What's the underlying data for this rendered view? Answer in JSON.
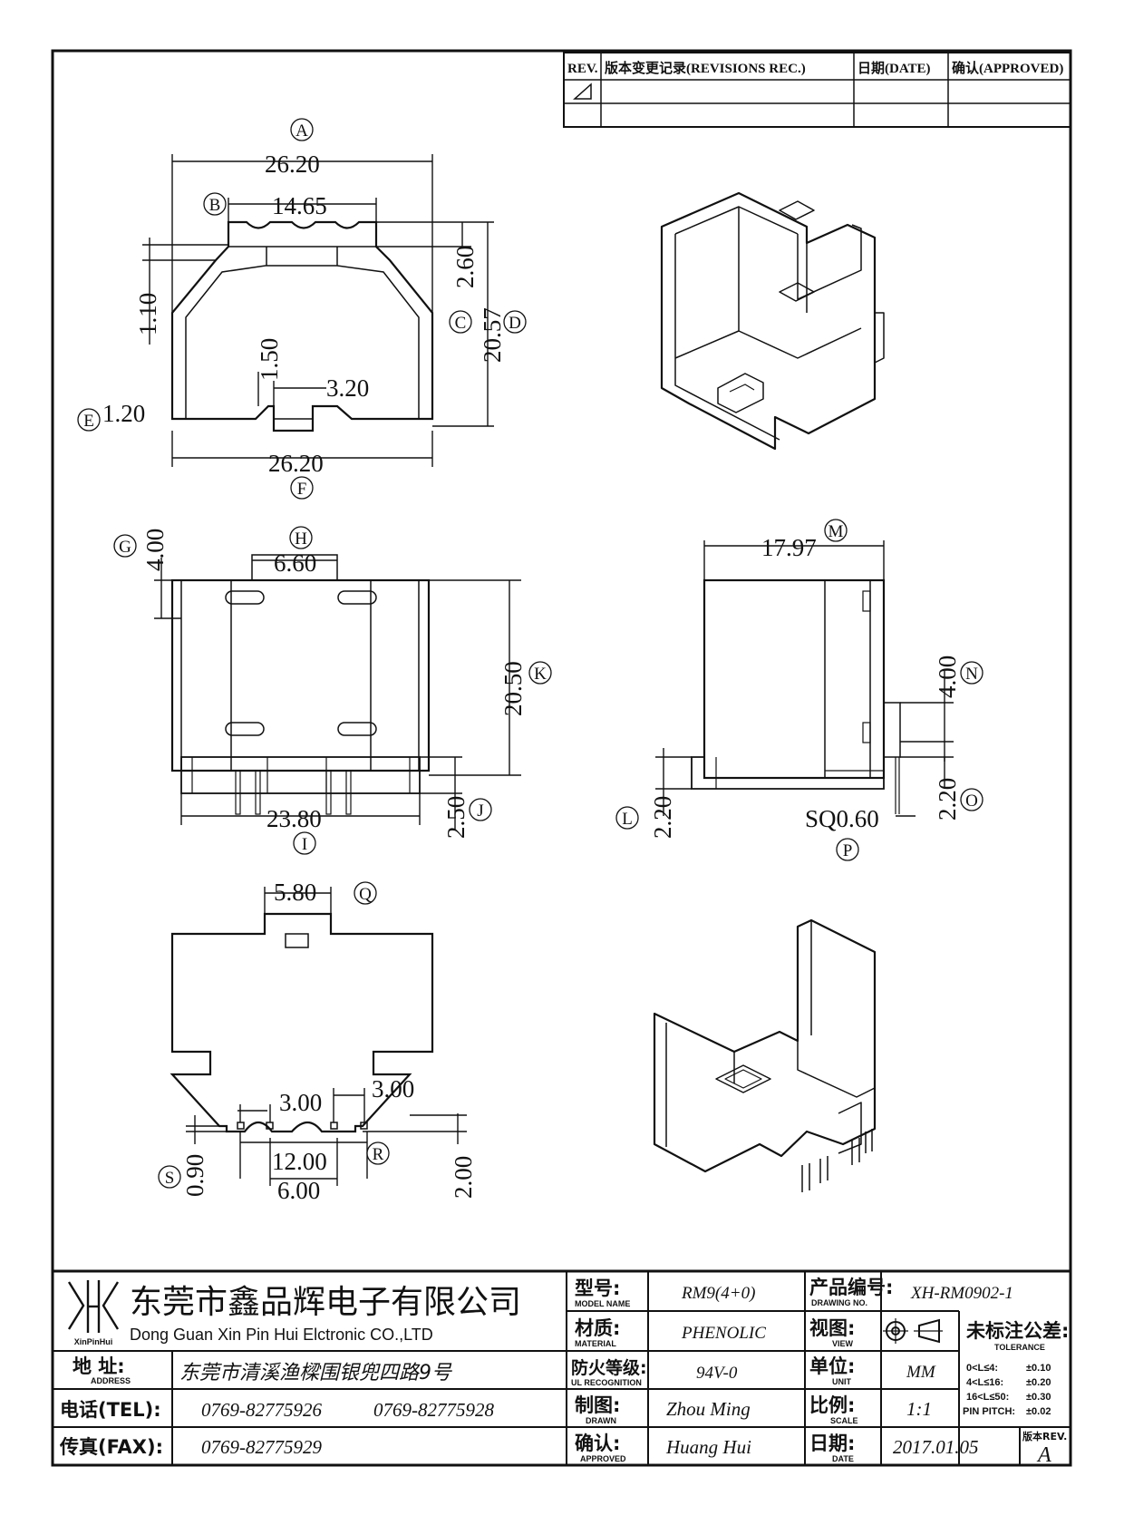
{
  "revisions": {
    "headers": [
      "REV.",
      "版本变更记录(REVISIONS REC.)",
      "日期(DATE)",
      "确认(APPROVED)"
    ]
  },
  "views": {
    "top": {
      "dims": [
        "26.20",
        "14.65",
        "1.10",
        "2.60",
        "20.57",
        "1.50",
        "3.20",
        "1.20",
        "26.20"
      ],
      "markers": [
        "A",
        "B",
        "C",
        "D",
        "E",
        "F"
      ]
    },
    "front": {
      "dims": [
        "4.00",
        "6.60",
        "20.50",
        "2.50",
        "23.80"
      ],
      "markers": [
        "G",
        "H",
        "K",
        "J",
        "I"
      ]
    },
    "side": {
      "dims": [
        "17.97",
        "4.00",
        "2.20",
        "2.20",
        "SQ0.60"
      ],
      "markers": [
        "M",
        "N",
        "O",
        "L",
        "P"
      ]
    },
    "bottom": {
      "dims": [
        "5.80",
        "3.00",
        "3.00",
        "0.90",
        "12.00",
        "6.00",
        "2.00"
      ],
      "markers": [
        "Q",
        "S",
        "R"
      ]
    }
  },
  "title_block": {
    "logo_caption": "XinPinHui",
    "company_cn": "东莞市鑫品辉电子有限公司",
    "company_en": "Dong Guan Xin Pin Hui Elctronic CO.,LTD",
    "address_label_cn": "地  址:",
    "address_label_en": "ADDRESS",
    "address": "东莞市清溪渔樑围银兜四路9号",
    "tel_label": "电话(TEL):",
    "tel_1": "0769-82775926",
    "tel_2": "0769-82775928",
    "fax_label": "传真(FAX):",
    "fax": "0769-82775929",
    "model_label_cn": "型号:",
    "model_label_en": "MODEL NAME",
    "model": "RM9(4+0)",
    "material_label_cn": "材质:",
    "material_label_en": "MATERIAL",
    "material": "PHENOLIC",
    "ul_label_cn": "防火等级:",
    "ul_label_en": "UL RECOGNITION",
    "ul": "94V-0",
    "drawn_label_cn": "制图:",
    "drawn_label_en": "DRAWN",
    "drawn": "Zhou Ming",
    "approved_label_cn": "确认:",
    "approved_label_en": "APPROVED",
    "approved": "Huang Hui",
    "drawing_no_label_cn": "产品编号:",
    "drawing_no_label_en": "DRAWING NO.",
    "drawing_no": "XH-RM0902-1",
    "view_label_cn": "视图:",
    "view_label_en": "VIEW",
    "unit_label_cn": "单位:",
    "unit_label_en": "UNIT",
    "unit": "MM",
    "scale_label_cn": "比例:",
    "scale_label_en": "SCALE",
    "scale": "1:1",
    "date_label_cn": "日期:",
    "date_label_en": "DATE",
    "date": "2017.01.05",
    "tolerance_label_cn": "未标注公差:",
    "tolerance_label_en": "TOLERANCE",
    "tolerances": [
      {
        "range": "0<L≤4:",
        "value": "±0.10"
      },
      {
        "range": "4<L≤16:",
        "value": "±0.20"
      },
      {
        "range": "16<L≤50:",
        "value": "±0.30"
      },
      {
        "range": "PIN PITCH:",
        "value": "±0.02"
      }
    ],
    "rev_label": "版本REV.",
    "rev": "A"
  }
}
